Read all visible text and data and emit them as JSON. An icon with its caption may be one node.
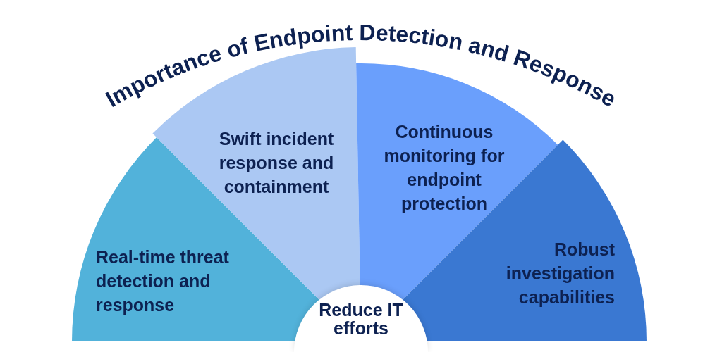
{
  "diagram": {
    "title": "Importance of Endpoint Detection and Response",
    "nodes": [
      {
        "text": [
          "Real-time threat detection and response"
        ]
      },
      {
        "text": [
          "Swift incident response and containment"
        ]
      },
      {
        "text": [
          "Continuous monitoring for endpoint protection"
        ]
      },
      {
        "text": [
          "Robust investigation capabilities"
        ]
      },
      {
        "text": [
          "Reduce IT efforts"
        ]
      }
    ]
  }
}
